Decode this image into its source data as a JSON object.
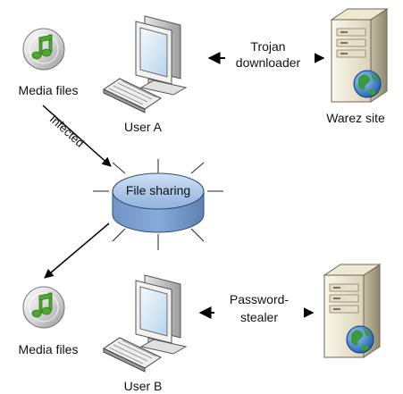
{
  "nodes": {
    "media_files_top": "Media files",
    "user_a": "User A",
    "warez_site": "Warez site",
    "file_sharing": "File sharing",
    "media_files_bottom": "Media files",
    "user_b": "User B"
  },
  "edges": {
    "trojan_line1": "Trojan",
    "trojan_line2": "downloader",
    "infected": "Infected",
    "password_line1": "Password-",
    "password_line2": "stealer"
  },
  "icons": {
    "media": "cd-music-icon",
    "computer": "desktop-computer-icon",
    "server": "server-globe-icon",
    "disk": "file-sharing-disk-icon"
  }
}
